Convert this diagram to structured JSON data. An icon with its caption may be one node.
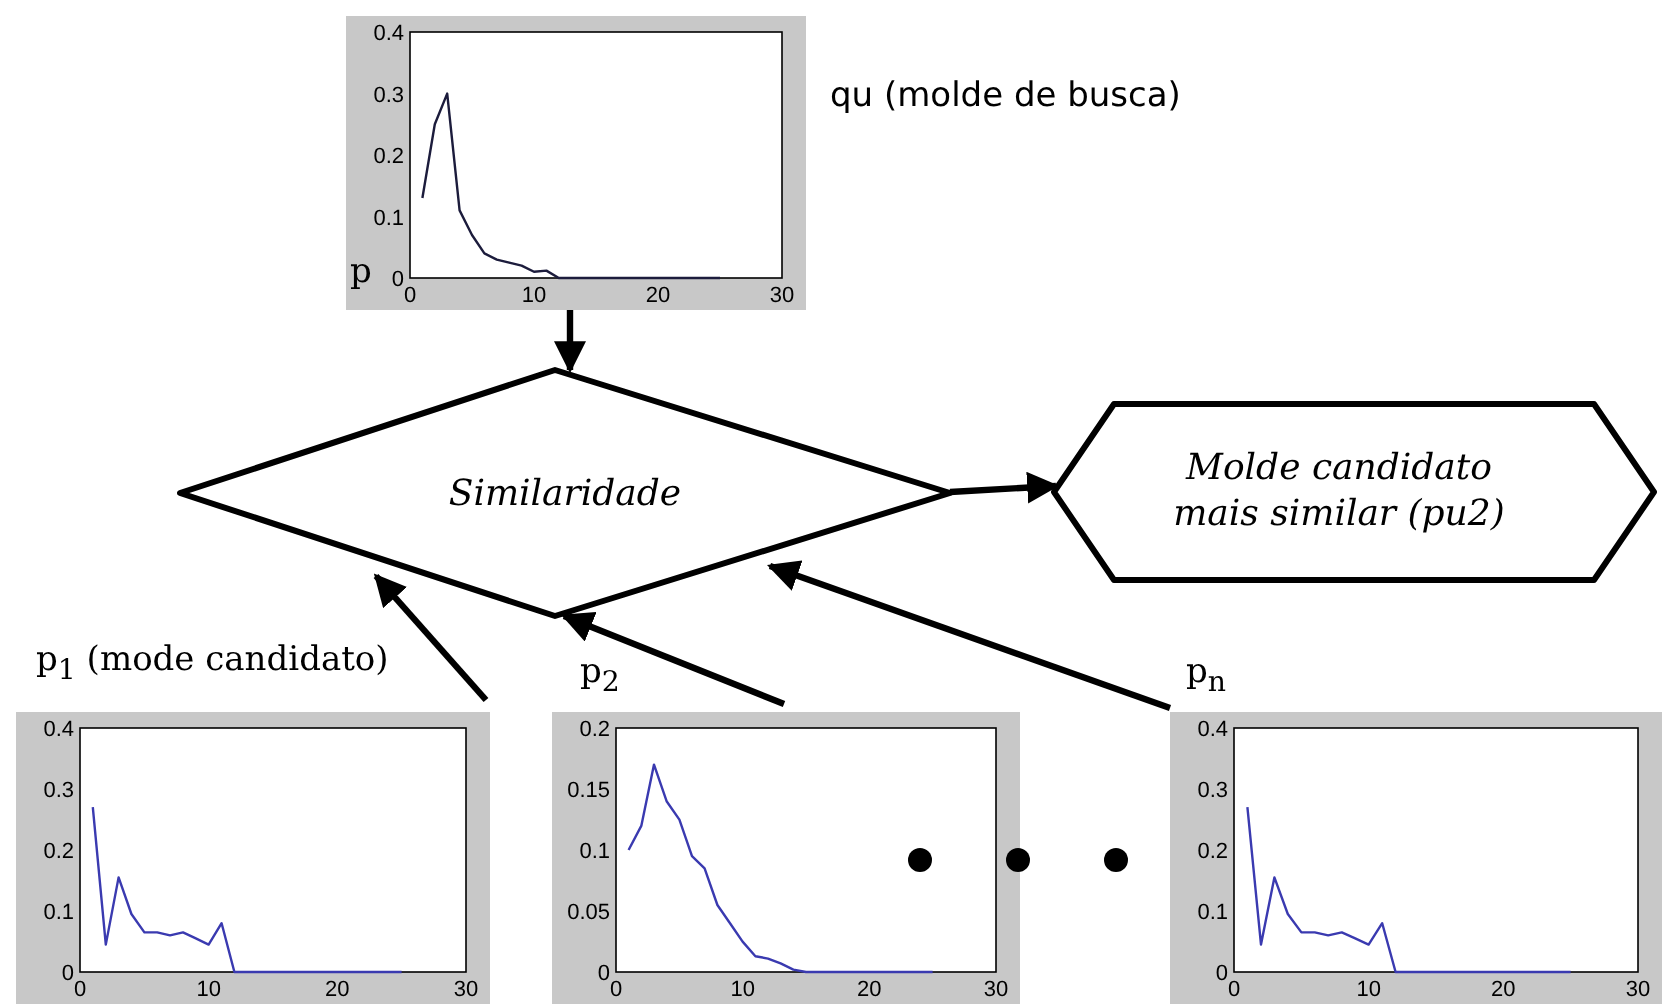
{
  "diagram": {
    "nodes": [
      {
        "text": [
          "p"
        ],
        "beside": [
          "qu (molde de busca)"
        ]
      },
      {
        "text": [
          "Similaridade"
        ]
      },
      {
        "text": [
          "Molde candidato mais similar (pu2)"
        ]
      },
      {
        "text": [
          "p$_{1}$ (mode candidato)"
        ]
      },
      {
        "text": [
          "p$_{2}$"
        ]
      },
      {
        "text": [
          "p$_{n}$"
        ]
      }
    ],
    "edges": [
      {
        "from": 0,
        "to": 1,
        "arrow": "to"
      },
      {
        "from": 1,
        "to": 2,
        "arrow": "to"
      },
      {
        "from": 3,
        "to": 1,
        "arrow": "to"
      },
      {
        "from": 4,
        "to": 1,
        "arrow": "to"
      },
      {
        "from": 5,
        "to": 1,
        "arrow": "to"
      }
    ],
    "chart_data": [
      {
        "type": "line",
        "x": [
          1,
          2,
          3,
          4,
          5,
          6,
          7,
          8,
          9,
          10,
          11,
          12,
          13,
          14,
          15,
          16,
          17,
          18,
          19,
          20,
          21,
          22,
          23,
          24,
          25
        ],
        "series": [
          {
            "color": "#1c1c3c",
            "values": [
              0.13,
              0.25,
              0.3,
              0.11,
              0.07,
              0.04,
              0.03,
              0.025,
              0.02,
              0.01,
              0.012,
              0,
              0,
              0,
              0,
              0,
              0,
              0,
              0,
              0,
              0,
              0,
              0,
              0,
              0
            ]
          }
        ],
        "xlim": [
          0,
          30
        ],
        "ylim": [
          0,
          0.4
        ],
        "xticks": [
          0,
          10,
          20,
          30
        ],
        "yticks": [
          0,
          0.1,
          0.2,
          0.3,
          0.4
        ]
      },
      {
        "type": "line",
        "x": [
          1,
          2,
          3,
          4,
          5,
          6,
          7,
          8,
          9,
          10,
          11,
          12,
          13,
          14,
          15,
          16,
          17,
          18,
          19,
          20,
          21,
          22,
          23,
          24,
          25
        ],
        "series": [
          {
            "color": "#3a3ab0",
            "values": [
              0.27,
              0.045,
              0.155,
              0.095,
              0.065,
              0.065,
              0.06,
              0.065,
              0.055,
              0.045,
              0.08,
              0,
              0,
              0,
              0,
              0,
              0,
              0,
              0,
              0,
              0,
              0,
              0,
              0,
              0
            ]
          }
        ],
        "xlim": [
          0,
          30
        ],
        "ylim": [
          0,
          0.4
        ],
        "xticks": [
          0,
          10,
          20,
          30
        ],
        "yticks": [
          0,
          0.1,
          0.2,
          0.3,
          0.4
        ]
      },
      {
        "type": "line",
        "x": [
          1,
          2,
          3,
          4,
          5,
          6,
          7,
          8,
          9,
          10,
          11,
          12,
          13,
          14,
          15,
          16,
          17,
          18,
          19,
          20,
          21,
          22,
          23,
          24,
          25
        ],
        "series": [
          {
            "color": "#3a3ab0",
            "values": [
              0.1,
              0.12,
              0.17,
              0.14,
              0.125,
              0.095,
              0.085,
              0.055,
              0.04,
              0.025,
              0.013,
              0.011,
              0.007,
              0.002,
              0,
              0,
              0,
              0,
              0,
              0,
              0,
              0,
              0,
              0,
              0
            ]
          }
        ],
        "xlim": [
          0,
          30
        ],
        "ylim": [
          0,
          0.2
        ],
        "xticks": [
          0,
          10,
          20,
          30
        ],
        "yticks": [
          0,
          0.05,
          0.1,
          0.15,
          0.2
        ]
      },
      {
        "type": "line",
        "x": [
          1,
          2,
          3,
          4,
          5,
          6,
          7,
          8,
          9,
          10,
          11,
          12,
          13,
          14,
          15,
          16,
          17,
          18,
          19,
          20,
          21,
          22,
          23,
          24,
          25
        ],
        "series": [
          {
            "color": "#3a3ab0",
            "values": [
              0.27,
              0.045,
              0.155,
              0.095,
              0.065,
              0.065,
              0.06,
              0.065,
              0.055,
              0.045,
              0.08,
              0,
              0,
              0,
              0,
              0,
              0,
              0,
              0,
              0,
              0,
              0,
              0,
              0,
              0
            ]
          }
        ],
        "xlim": [
          0,
          30
        ],
        "ylim": [
          0,
          0.4
        ],
        "xticks": [
          0,
          10,
          20,
          30
        ],
        "yticks": [
          0,
          0.1,
          0.2,
          0.3,
          0.4
        ]
      }
    ]
  }
}
